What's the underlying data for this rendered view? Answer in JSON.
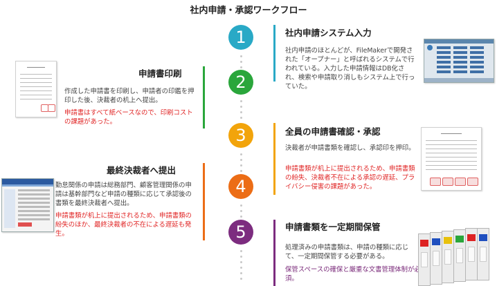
{
  "title": "社内申請・承認ワークフロー",
  "colors": {
    "step1": "#29a9c6",
    "step2": "#2aa63b",
    "step3": "#f2a40b",
    "step4": "#ec6d16",
    "step5": "#7c2c7f",
    "warning": "#e02525"
  },
  "steps": [
    {
      "number": "1",
      "heading": "社内申請システム入力",
      "body": "社内申請のほとんどが、FileMakerで開発された「オープナー」と呼ばれるシステムで行われている。入力した申請情報はDB化され、検索や申請取り消しもシステム上で行っていた。"
    },
    {
      "number": "2",
      "heading": "申請書印刷",
      "body": "作成した申請書を印刷し、申請者の印鑑を押印した後、決裁者の机上へ提出。",
      "note": "申請書はすべて紙ベースなので、印刷コストの課題があった。"
    },
    {
      "number": "3",
      "heading": "全員の申請書確認・承認",
      "body": "決裁者が申請書類を確認し、承認印を押印。",
      "note": "申請書類が机上に提出されるため、申請書類の紛失、決裁者不在による承認の遅延、プライバシー侵害の課題があった。"
    },
    {
      "number": "4",
      "heading": "最終決裁者へ提出",
      "body": "勤怠関係の申請は総務部門、顧客管理関係の申請は基幹部門など申請の種類に応じて承認後の書類を最終決裁者へ提出。",
      "note": "申請書類が机上に提出されるため、申請書類の紛失のほか、最終決裁者の不在による遅延も発生。"
    },
    {
      "number": "5",
      "heading": "申請書類を一定期間保管",
      "body": "処理済みの申請書類は、申請の種類に応じて、一定期間保管する必要がある。",
      "note": "保管スペースの確保と厳重な文書管理体制が必須。"
    }
  ],
  "icons": {
    "screenshot_system": "app-screenshot-icon",
    "form_document": "form-document-icon",
    "binders": "binder-files-icon"
  }
}
